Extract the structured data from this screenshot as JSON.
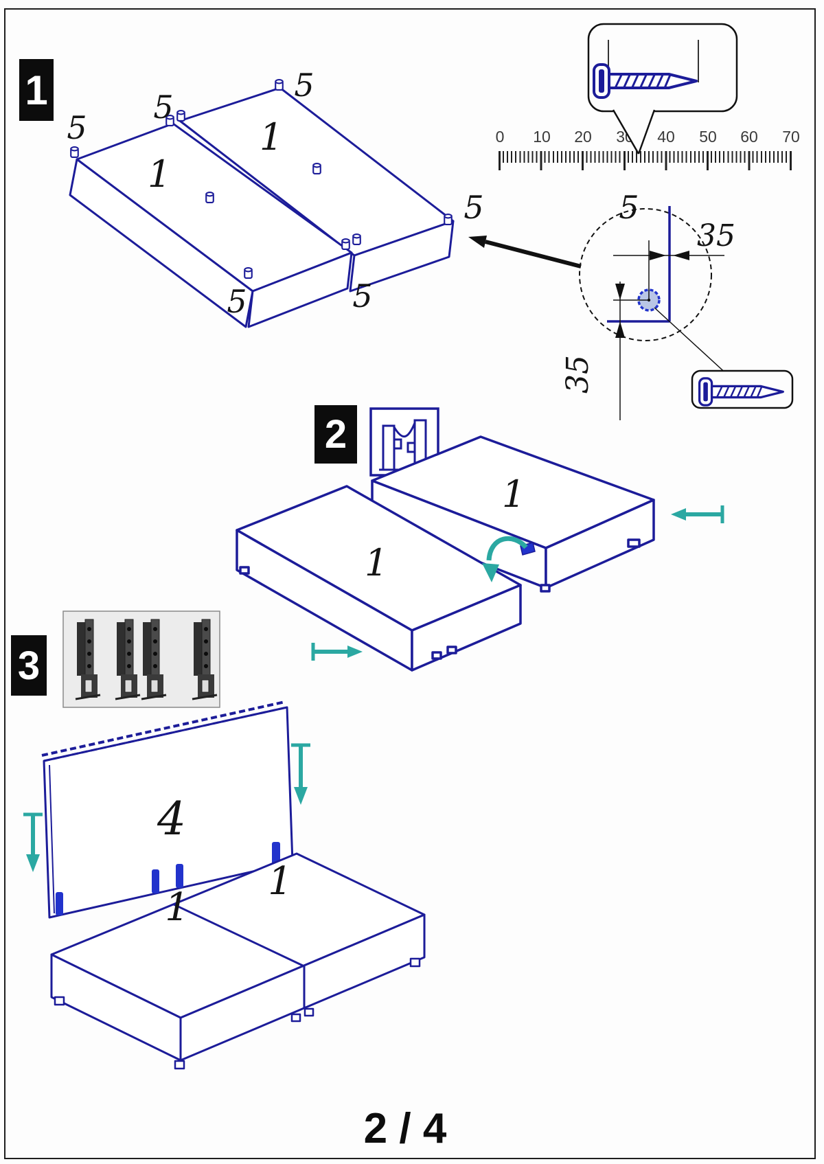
{
  "page": {
    "number": "2 / 4"
  },
  "badges": {
    "step1": "1",
    "step2": "2",
    "step3": "3"
  },
  "colors": {
    "outline": "#1c1c99",
    "arrow_teal": "#2ba8a2",
    "bracket_blue": "#2233cc",
    "ink": "#111111"
  },
  "step1": {
    "panel_front_label": "1",
    "panel_back_label": "1",
    "dowel_labels": [
      "5",
      "5",
      "5",
      "5",
      "5",
      "5"
    ],
    "detail": {
      "dowel_label": "5",
      "dim_horizontal": "35",
      "dim_vertical": "35"
    },
    "ruler": {
      "tick_labels": [
        "0",
        "10",
        "20",
        "30",
        "40",
        "50",
        "60",
        "70"
      ]
    },
    "screw_gauge": {
      "tick_labels": [
        "0",
        "10",
        "20",
        "30",
        "40",
        "50"
      ]
    }
  },
  "step2": {
    "back_box_label": "1",
    "front_box_label": "1"
  },
  "step3": {
    "headboard_label": "4",
    "base_left_label": "1",
    "base_right_label": "1"
  }
}
